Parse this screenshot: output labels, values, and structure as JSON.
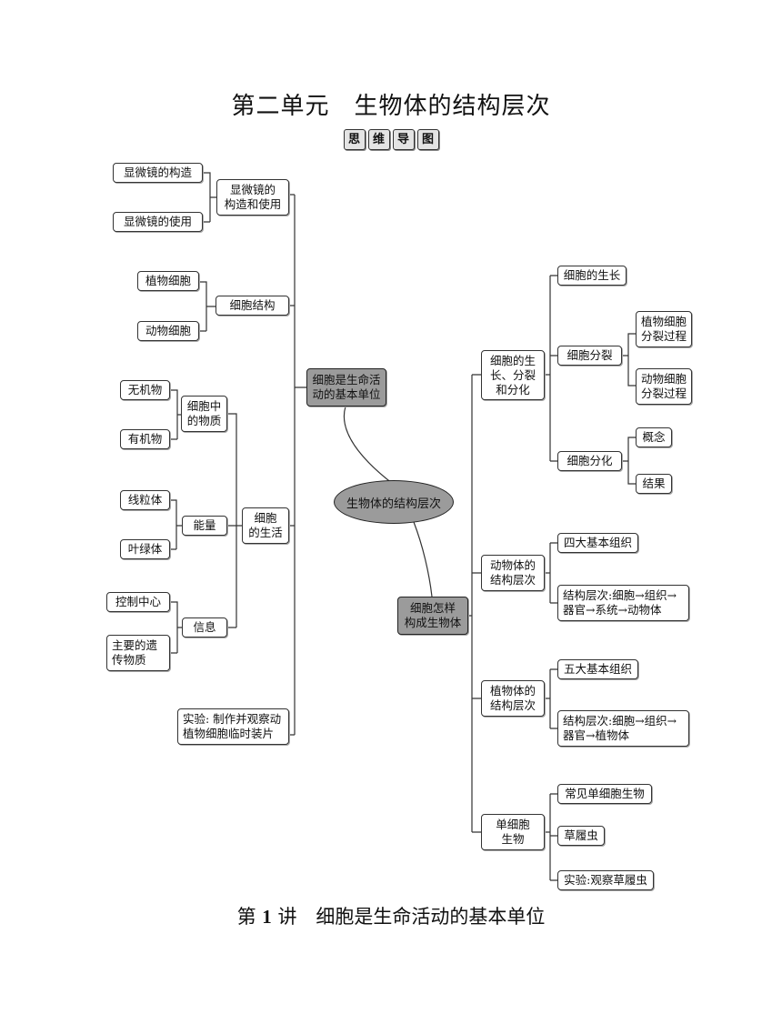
{
  "title": "第二单元　生物体的结构层次",
  "badges": [
    "思",
    "维",
    "导",
    "图"
  ],
  "mindmap": {
    "root": "生物体的结构层次",
    "left_hub": "细胞是生命活\n动的基本单位",
    "right_hub": "细胞怎样\n构成生物体",
    "left": {
      "microscope": {
        "label": "显微镜的\n构造和使用",
        "children": [
          "显微镜的构造",
          "显微镜的使用"
        ]
      },
      "cell_structure": {
        "label": "细胞结构",
        "children": [
          "植物细胞",
          "动物细胞"
        ]
      },
      "cell_life": {
        "label": "细胞\n的生活",
        "substances": {
          "label": "细胞中\n的物质",
          "children": [
            "无机物",
            "有机物"
          ]
        },
        "energy": {
          "label": "能量",
          "children": [
            "线粒体",
            "叶绿体"
          ]
        },
        "info": {
          "label": "信息",
          "children": [
            "控制中心",
            "主要的遗\n传物质"
          ]
        }
      },
      "experiment": "实验: 制作并观察动\n植物细胞临时装片"
    },
    "right": {
      "growth": {
        "label": "细胞的生\n长、分裂\n和分化",
        "cell_growth": "细胞的生长",
        "division": {
          "label": "细胞分裂",
          "children": [
            "植物细胞\n分裂过程",
            "动物细胞\n分裂过程"
          ]
        },
        "differentiation": {
          "label": "细胞分化",
          "children": [
            "概念",
            "结果"
          ]
        }
      },
      "animal": {
        "label": "动物体的\n结构层次",
        "children": [
          "四大基本组织",
          "结构层次:细胞→组织→\n器官→系统→动物体"
        ]
      },
      "plant": {
        "label": "植物体的\n结构层次",
        "children": [
          "五大基本组织",
          "结构层次:细胞→组织→\n器官→植物体"
        ]
      },
      "single": {
        "label": "单细胞\n生物",
        "children": [
          "常见单细胞生物",
          "草履虫",
          "实验:观察草履虫"
        ]
      }
    }
  },
  "subtitle_prefix": "第",
  "subtitle_number": "1",
  "subtitle_rest": "讲　细胞是生命活动的基本单位"
}
